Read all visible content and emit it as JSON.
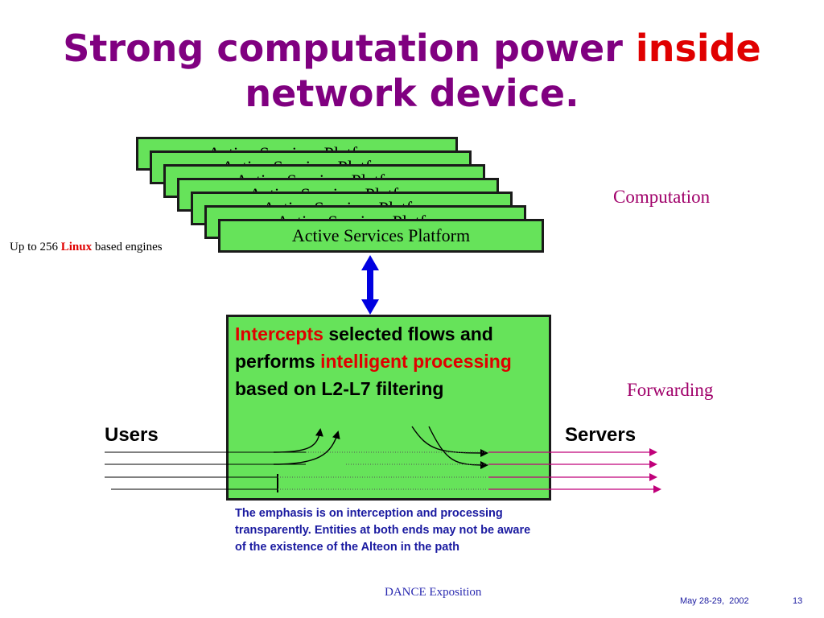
{
  "title": {
    "main": "Strong computation power ",
    "accent": "inside",
    "line2": "network device."
  },
  "platform_label": "Active Services Platform",
  "engines_note": {
    "prefix": "Up to 256 ",
    "linux": "Linux",
    "suffix": " based engines"
  },
  "labels": {
    "computation": "Computation",
    "forwarding": "Forwarding",
    "users": "Users",
    "servers": "Servers"
  },
  "center_box": {
    "intercepts": "Intercepts",
    "t1": " selected flows and performs ",
    "intelligent": "intelligent processing",
    "t2": " based on L2-L7 filtering"
  },
  "emphasis": "The emphasis is on interception and processing transparently. Entities at both ends may not be aware of the existence of the Alteon in the path",
  "footer": {
    "event": "DANCE Exposition",
    "date": "May 28-29,  2002",
    "page": "13"
  },
  "colors": {
    "title": "#800080",
    "accent": "#e00000",
    "box_fill": "#66e35a",
    "label_magenta": "#a0006a",
    "note_blue": "#1a1aa0",
    "connector_blue": "#0000e0"
  }
}
